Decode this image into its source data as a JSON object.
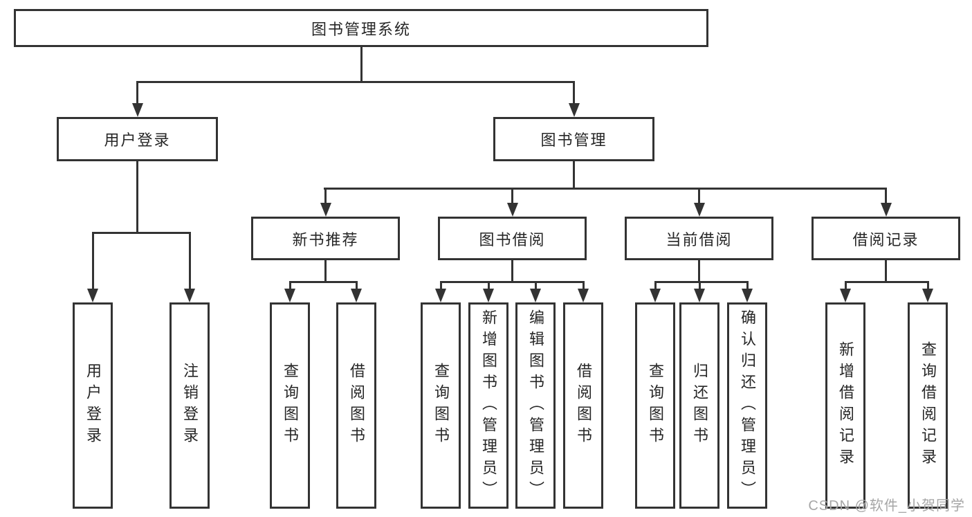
{
  "title": "图书管理系统",
  "colors": {
    "line": "#333333",
    "border": "#333333",
    "text": "#262626",
    "watermark": "#a6a6a6",
    "background": "#ffffff"
  },
  "tree": {
    "root": "图书管理系统",
    "branches": [
      {
        "label": "用户登录",
        "children": [
          "用户登录",
          "注销登录"
        ]
      },
      {
        "label": "图书管理",
        "sections": [
          {
            "label": "新书推荐",
            "children": [
              "查询图书",
              "借阅图书"
            ]
          },
          {
            "label": "图书借阅",
            "children": [
              "查询图书",
              "新增图书（管理员）",
              "编辑图书（管理员）",
              "借阅图书"
            ]
          },
          {
            "label": "当前借阅",
            "children": [
              "查询图书",
              "归还图书",
              "确认归还（管理员）"
            ]
          },
          {
            "label": "借阅记录",
            "children": [
              "新增借阅记录",
              "查询借阅记录"
            ]
          }
        ]
      }
    ]
  },
  "watermark": "CSDN @软件_小贺同学"
}
